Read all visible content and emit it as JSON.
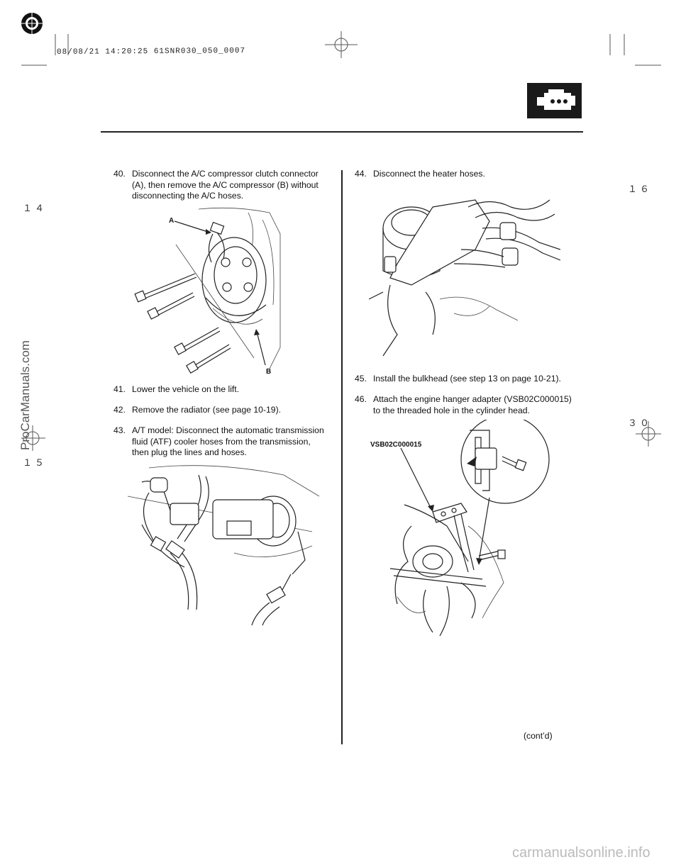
{
  "stamp": "08/08/21 14:20:25 61SNR030_050_0007",
  "side_watermark": "ProCarManuals.com",
  "footer_watermark": "carmanualsonline.info",
  "page_marks": {
    "left_top": "１４",
    "left_bottom": "１５",
    "right_top": "１６",
    "right_bottom": "３０"
  },
  "steps": [
    {
      "num": "40.",
      "lines": [
        "Disconnect the A/C compressor clutch connector",
        "(A), then remove the A/C compressor (B) without",
        "disconnecting the A/C hoses."
      ]
    },
    {
      "num": "41.",
      "lines": [
        "Lower the vehicle on the lift."
      ]
    },
    {
      "num": "42.",
      "lines": [
        "Remove the radiator (see page 10-19)."
      ]
    },
    {
      "num": "43.",
      "lines": [
        "A/T model: Disconnect the automatic transmission",
        "fluid (ATF) cooler hoses from the transmission,",
        "then plug the lines and hoses."
      ]
    },
    {
      "num": "44.",
      "lines": [
        "Disconnect the heater hoses."
      ]
    },
    {
      "num": "45.",
      "lines": [
        "Install the bulkhead (see step 13 on page 10-21)."
      ]
    },
    {
      "num": "46.",
      "lines": [
        "Attach the engine hanger adapter (VSB02C000015)",
        "to the threaded hole in the cylinder head."
      ]
    }
  ],
  "figure_labels": {
    "a": "A",
    "b": "B",
    "tool": "VSB02C000015"
  },
  "continued": "(cont’d)"
}
